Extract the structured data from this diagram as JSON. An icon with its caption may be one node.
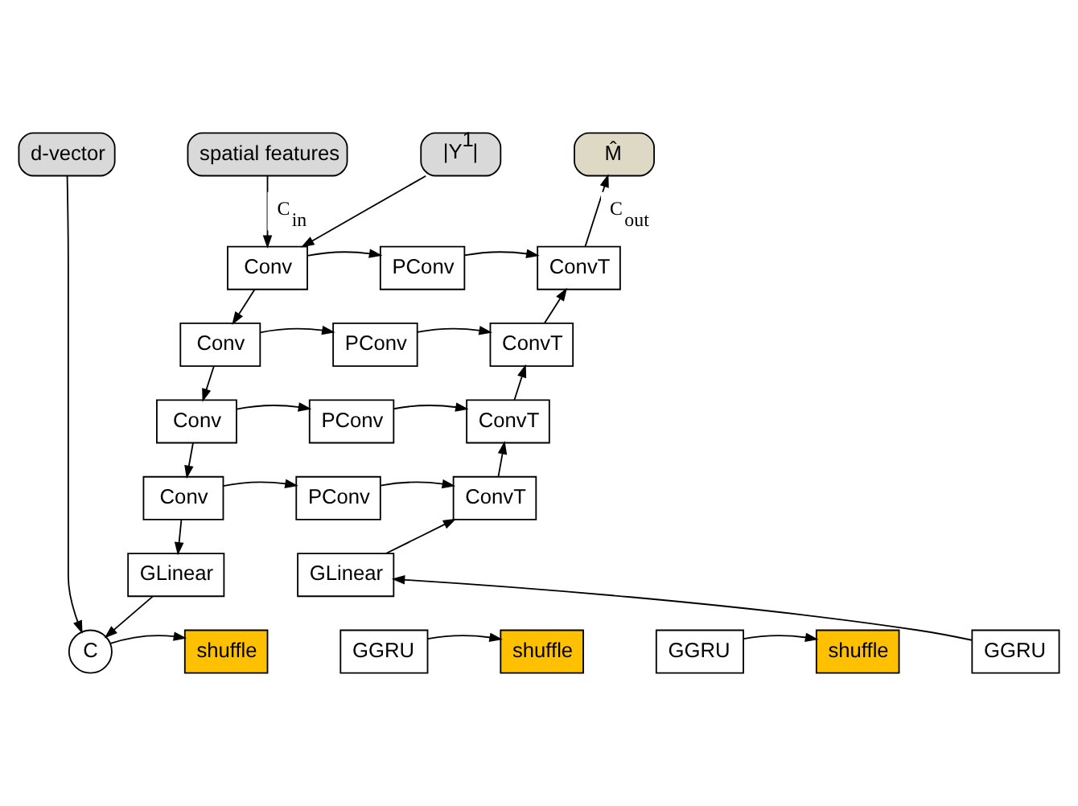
{
  "diagram": {
    "nodes": [
      {
        "text": [
          "d-vector"
        ]
      },
      {
        "text": [
          "spatial features"
        ]
      },
      {
        "text": [
          "|Y$^{1}$|"
        ]
      },
      {
        "text": [
          "M̂"
        ]
      },
      {
        "text": [
          "Conv"
        ]
      },
      {
        "text": [
          "PConv"
        ]
      },
      {
        "text": [
          "ConvT"
        ]
      },
      {
        "text": [
          "Conv"
        ]
      },
      {
        "text": [
          "PConv"
        ]
      },
      {
        "text": [
          "ConvT"
        ]
      },
      {
        "text": [
          "Conv"
        ]
      },
      {
        "text": [
          "PConv"
        ]
      },
      {
        "text": [
          "ConvT"
        ]
      },
      {
        "text": [
          "Conv"
        ]
      },
      {
        "text": [
          "PConv"
        ]
      },
      {
        "text": [
          "ConvT"
        ]
      },
      {
        "text": [
          "GLinear"
        ]
      },
      {
        "text": [
          "GLinear"
        ]
      },
      {
        "text": [
          "C"
        ]
      },
      {
        "text": [
          "shuffle"
        ]
      },
      {
        "text": [
          "GGRU"
        ]
      },
      {
        "text": [
          "shuffle"
        ]
      },
      {
        "text": [
          "GGRU"
        ]
      },
      {
        "text": [
          "shuffle"
        ]
      },
      {
        "text": [
          "GGRU"
        ]
      }
    ],
    "edges": [
      {
        "from": 1,
        "to": 4,
        "arrow": "to",
        "label": "C$_{in}$"
      },
      {
        "from": 2,
        "to": 4,
        "arrow": "to"
      },
      {
        "from": 4,
        "to": 5,
        "arrow": "to"
      },
      {
        "from": 5,
        "to": 6,
        "arrow": "to"
      },
      {
        "from": 4,
        "to": 7,
        "arrow": "to"
      },
      {
        "from": 7,
        "to": 8,
        "arrow": "to"
      },
      {
        "from": 8,
        "to": 9,
        "arrow": "to"
      },
      {
        "from": 7,
        "to": 10,
        "arrow": "to"
      },
      {
        "from": 10,
        "to": 11,
        "arrow": "to"
      },
      {
        "from": 11,
        "to": 12,
        "arrow": "to"
      },
      {
        "from": 10,
        "to": 13,
        "arrow": "to"
      },
      {
        "from": 13,
        "to": 14,
        "arrow": "to"
      },
      {
        "from": 14,
        "to": 15,
        "arrow": "to"
      },
      {
        "from": 13,
        "to": 16,
        "arrow": "to"
      },
      {
        "from": 16,
        "to": 18,
        "arrow": "to"
      },
      {
        "from": 0,
        "to": 18,
        "arrow": "to"
      },
      {
        "from": 18,
        "to": 19,
        "arrow": "to"
      },
      {
        "from": 20,
        "to": 21,
        "arrow": "to"
      },
      {
        "from": 22,
        "to": 23,
        "arrow": "to"
      },
      {
        "from": 24,
        "to": 17,
        "arrow": "to"
      },
      {
        "from": 17,
        "to": 15,
        "arrow": "to"
      },
      {
        "from": 15,
        "to": 12,
        "arrow": "to"
      },
      {
        "from": 12,
        "to": 9,
        "arrow": "to"
      },
      {
        "from": 9,
        "to": 6,
        "arrow": "to"
      },
      {
        "from": 6,
        "to": 3,
        "arrow": "to",
        "label": "C$_{out}$"
      }
    ]
  }
}
